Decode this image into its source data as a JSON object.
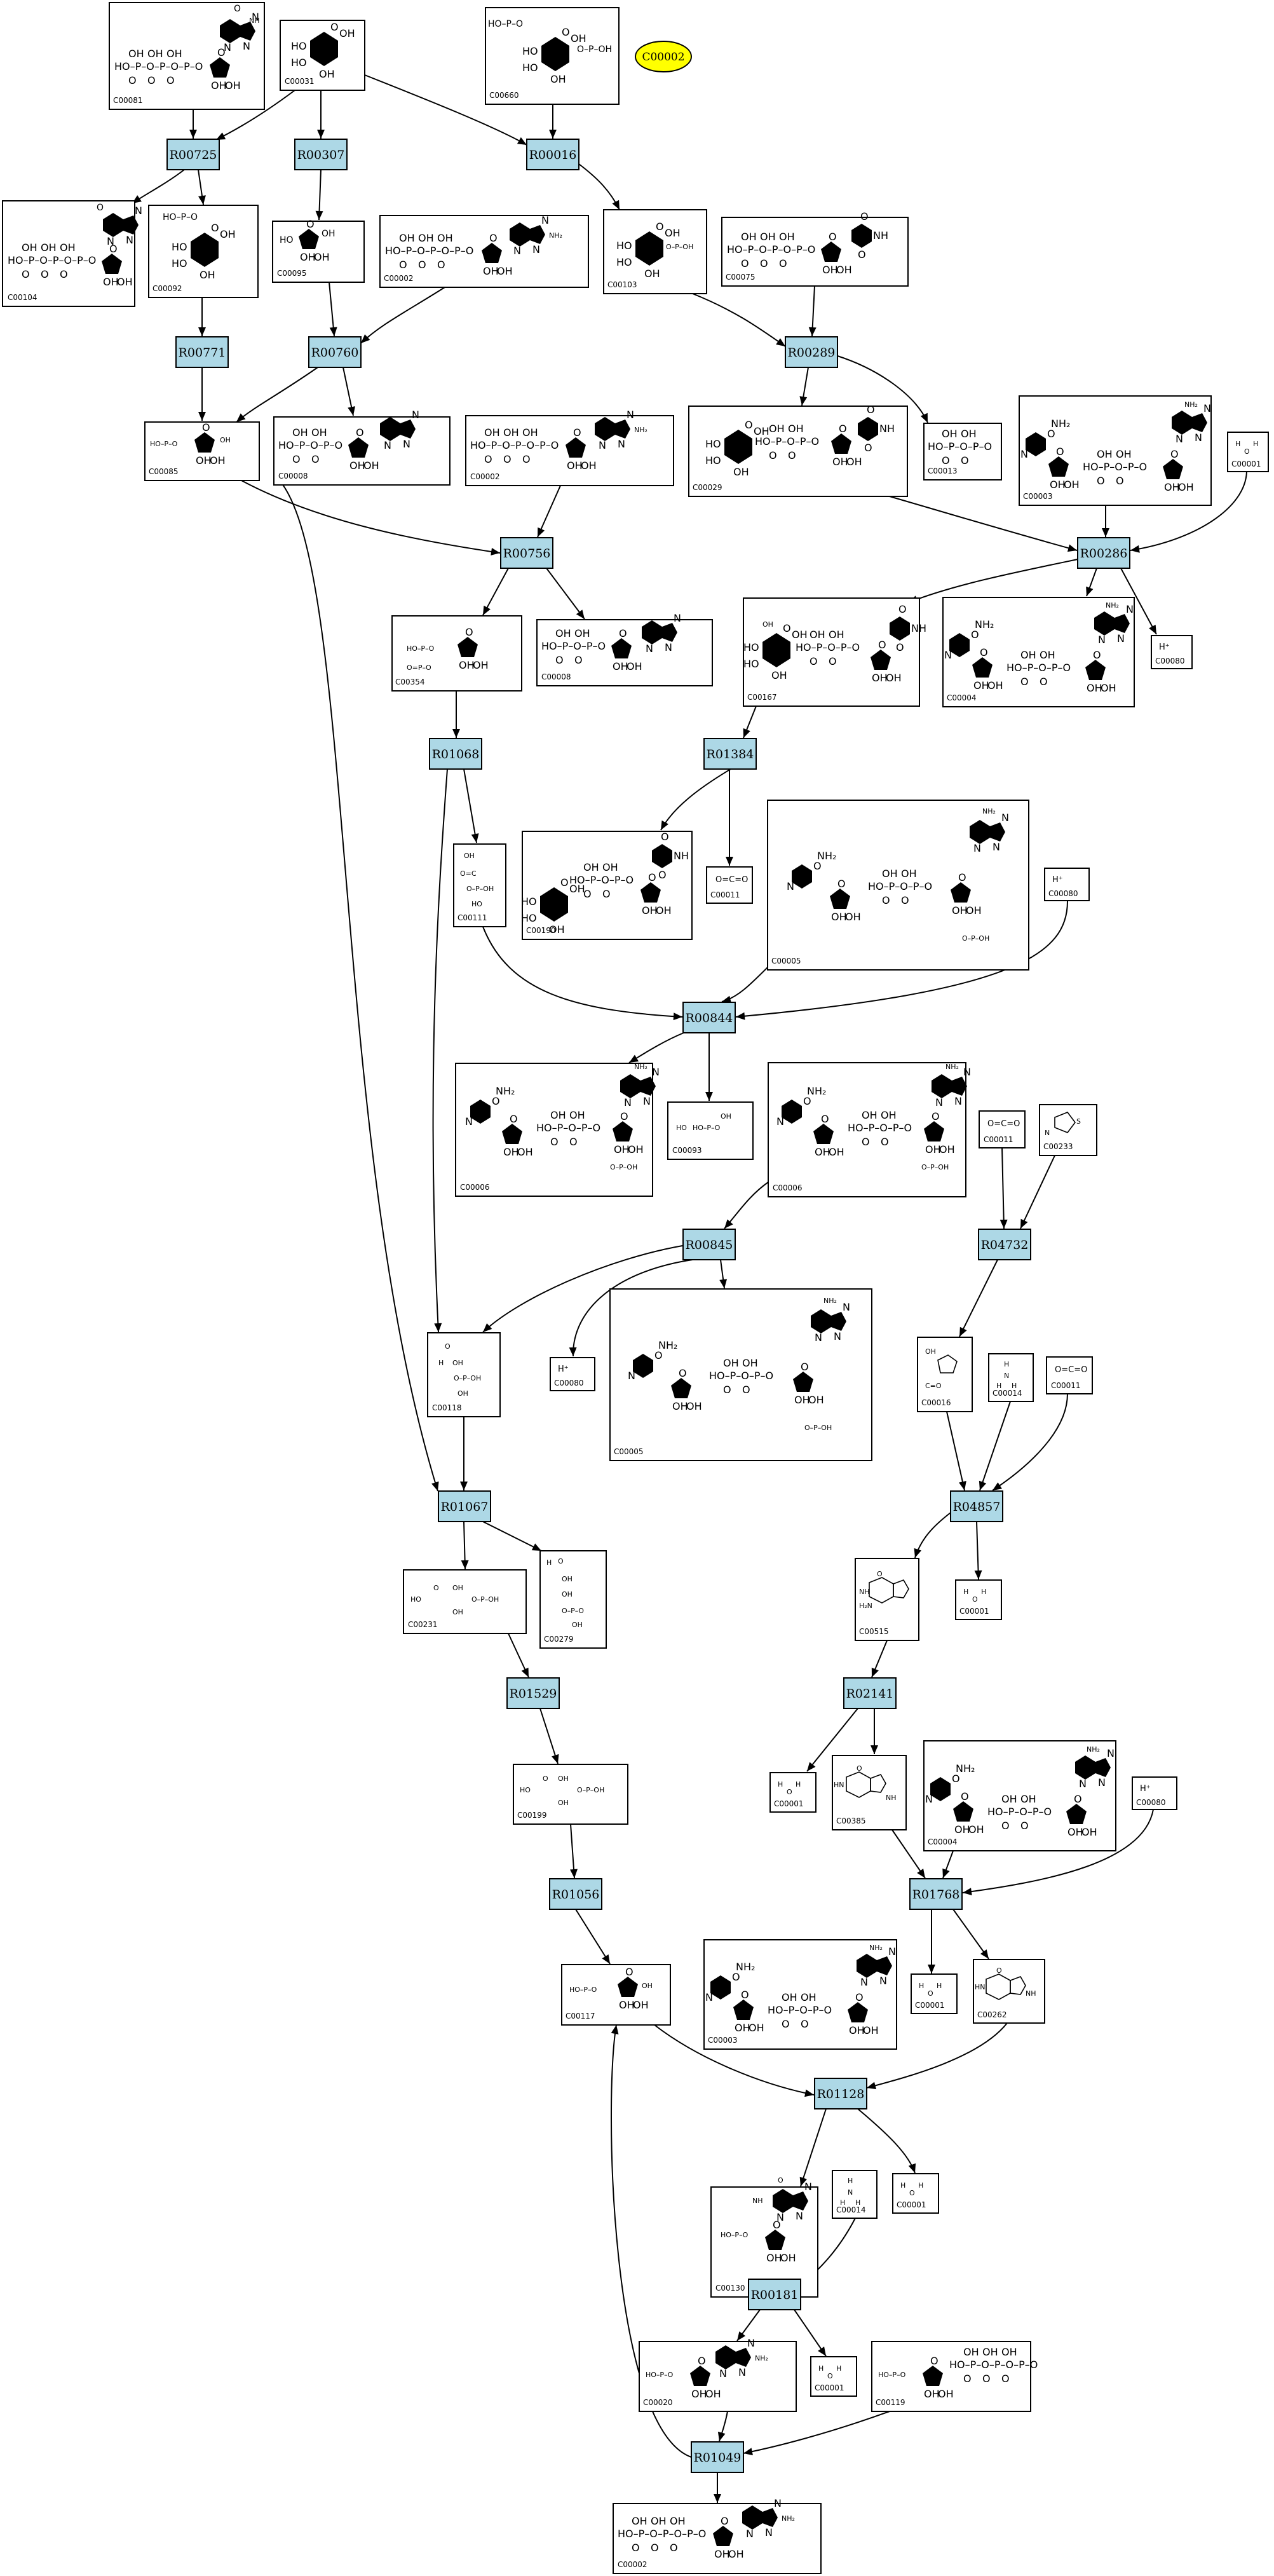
{
  "highlighted": "C00002",
  "compounds": {
    "n1": "C00081",
    "n2": "C00031",
    "n3": "C00660",
    "n4": "C00104",
    "n5": "C00092",
    "n6": "C00095",
    "n7": "C00002",
    "n8": "C00103",
    "n9": "C00075",
    "n10": "C00085",
    "n11": "C00008",
    "n12": "C00002",
    "n13": "C00029",
    "n14": "C00013",
    "n15": "C00003",
    "n16": "C00001",
    "n17": "C00354",
    "n18": "C00008",
    "n19": "C00167",
    "n20": "C00004",
    "n21": "C00080",
    "n22": "C00111",
    "n23": "C00190",
    "n24": "C00011",
    "n25": "C00005",
    "n26": "C00080",
    "n27": "C00006",
    "n28": "C00093",
    "n29": "C00006",
    "n30": "C00011",
    "n31": "C00233",
    "n32": "C00118",
    "n33": "C00080",
    "n34": "C00005",
    "n35": "C00016",
    "n36": "C00014",
    "n37": "C00011",
    "n38": "C00231",
    "n39": "C00279",
    "n40": "C00515",
    "n41": "C00001",
    "n42": "C00001",
    "n43": "C00199",
    "n44": "C00385",
    "n45": "C00004",
    "n46": "C00080",
    "n47": "C00117",
    "n48": "C00003",
    "n49": "C00001",
    "n50": "C00262",
    "n51": "C00130",
    "n52": "C00014",
    "n53": "C00001",
    "n54": "C00020",
    "n55": "C00001",
    "n56": "C00119",
    "n57": "C00002"
  },
  "reactions": {
    "R1": "R00725",
    "R2": "R00307",
    "R3": "R00016",
    "R4": "R00771",
    "R5": "R00760",
    "R6": "R00289",
    "R7": "R00756",
    "R8": "R00286",
    "R9": "R01068",
    "R10": "R01384",
    "R11": "R00844",
    "R12": "R00845",
    "R13": "R04732",
    "R14": "R01067",
    "R15": "R04857",
    "R16": "R01529",
    "R17": "R02141",
    "R18": "R01056",
    "R19": "R01768",
    "R20": "R01128",
    "R21": "R00181",
    "R22": "R01049"
  },
  "molecule_text": {
    "oh": "OH",
    "ho": "HO",
    "o": "O",
    "p": "P",
    "nh": "NH",
    "nh2": "NH₂",
    "n": "N",
    "h": "H",
    "hplus": "H⁺",
    "ho_p": "HO–P–O",
    "ppp": "HO–P–O–P–O–P–O",
    "pp": "HO–P–O–P–O",
    "phos": "HO–P–O–",
    "eq_o": "=O",
    "s": "S",
    "opoh": "O–P–OH",
    "co2": "O=C=O",
    "water_o": "O",
    "amm_n": "N",
    "amm_h": "H"
  }
}
